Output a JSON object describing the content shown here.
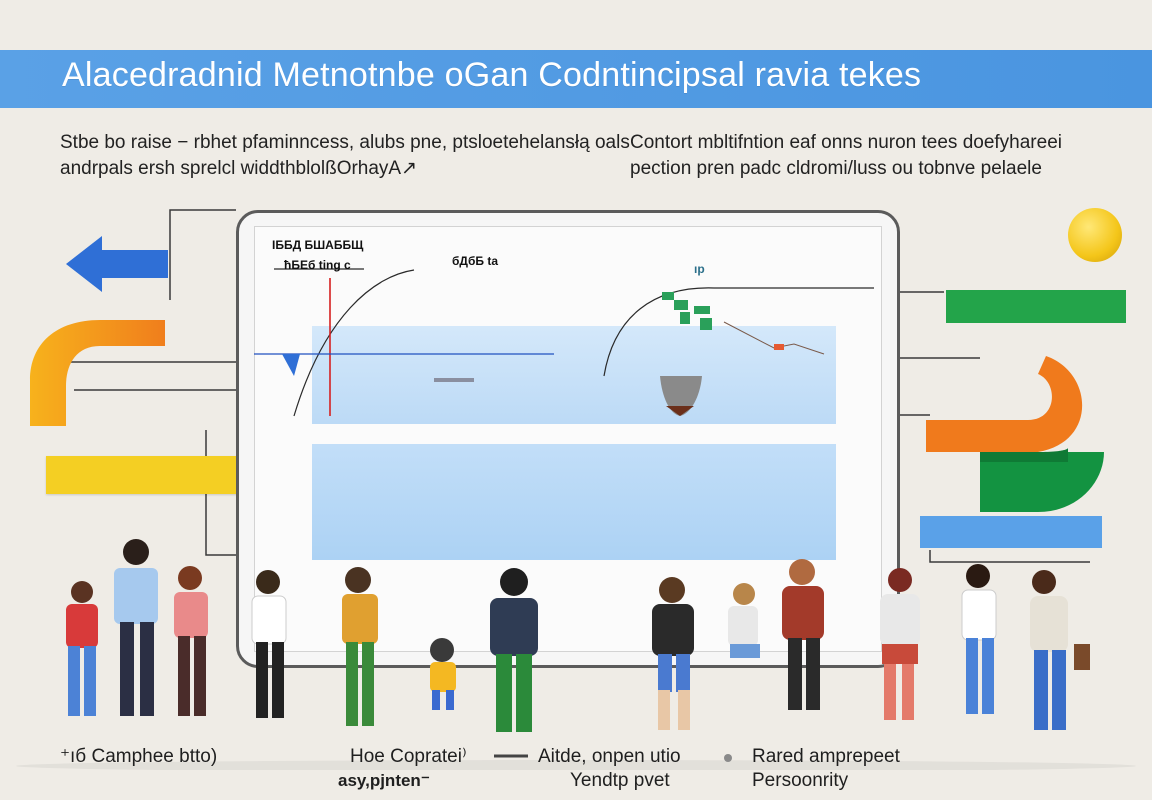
{
  "banner": {
    "title": "Alacedradnid Metnotnbe oGan Codntincipsal ravia tekes"
  },
  "intro": {
    "left": "Stbe  bo raise − rbhet pfaminncess, alubs pne, ptsloetehelansłą oals\nandrpals ersh sprelcl widdthblolßOrhayA↗",
    "right": "Contort mbltifntion eaf onns nuron tees doefyhareei\npection pren padc cldromi/luss ou tobnve pelaele"
  },
  "screen": {
    "label_top": "IББД БШАББЩ",
    "label_sub": "ħБЕб ting c",
    "label_mid": "бДбБ ta",
    "label_ip": "ıp"
  },
  "footer": {
    "item1": "⁺ıб Camphee btto)",
    "item2": "Hoe Copratei⁾",
    "item2_sub": "asy,pjnten⁻",
    "item3": "Aitde, onpen utio",
    "item3_sub": "Yendtp pvet",
    "item4": "Rared amprepeet",
    "item4_sub": "Persoonrity"
  },
  "colors": {
    "banner": "#4a95e0",
    "yellow": "#f4cf23",
    "green": "#23a44a",
    "orange": "#ef6b1f",
    "blue": "#5aa1e8",
    "arrow": "#2f6fd6"
  }
}
